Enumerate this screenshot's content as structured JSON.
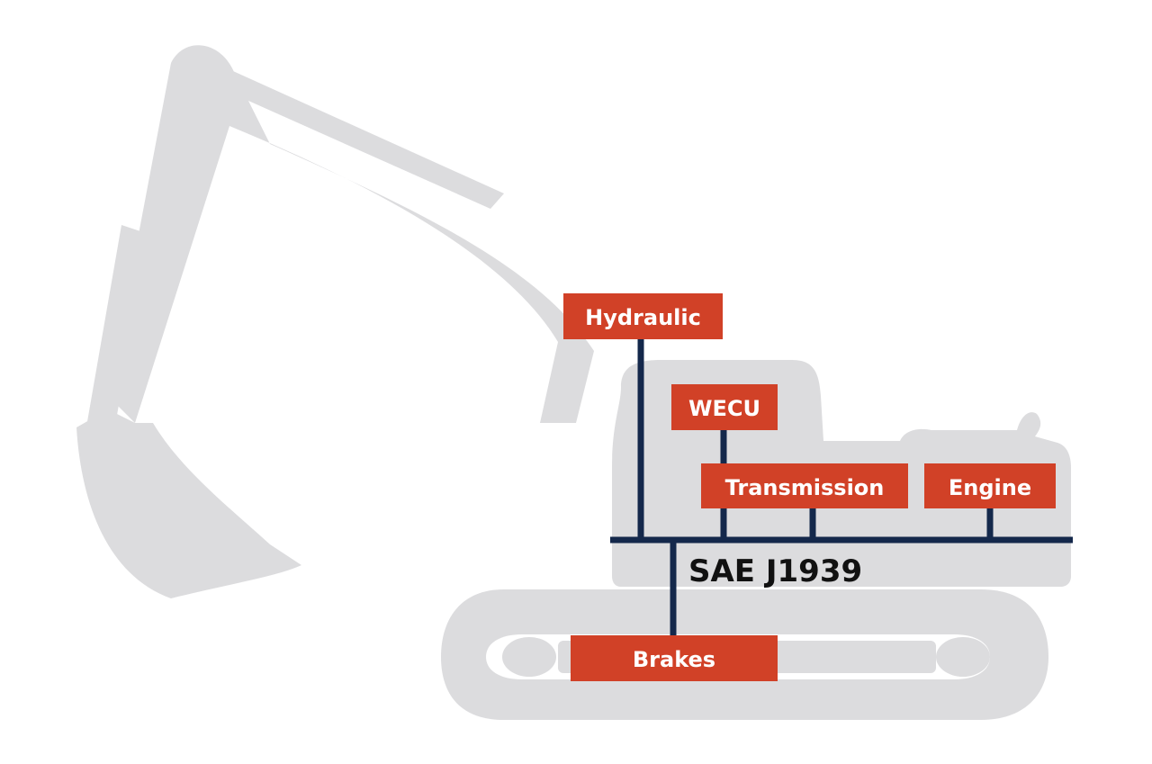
{
  "diagram": {
    "bus_label": "SAE J1939",
    "nodes": {
      "hydraulic": "Hydraulic",
      "wecu": "WECU",
      "transmission": "Transmission",
      "engine": "Engine",
      "brakes": "Brakes"
    }
  },
  "colors": {
    "node_fill": "#d14127",
    "bus_line": "#14284b",
    "silhouette": "#dcdcde",
    "background": "#ffffff",
    "node_text": "#ffffff",
    "bus_text": "#111111"
  },
  "icons": {
    "background": "excavator-silhouette-icon"
  }
}
